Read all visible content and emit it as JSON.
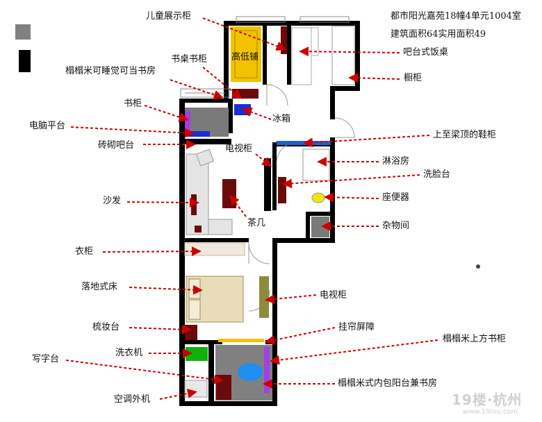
{
  "header": {
    "line1": "都市阳光嘉苑18幢4单元1004室",
    "line2": "建筑面积64实用面积49"
  },
  "labels": {
    "children_cabinet": "儿童展示柜",
    "bunk_bed": "高低铺",
    "bar_table": "吧台式饭桌",
    "desk_bookcase": "书桌书柜",
    "tatami_study": "榻榻米可睡觉可当书房",
    "cupboard": "橱柜",
    "bookcase": "书柜",
    "fridge": "冰箱",
    "computer_platform": "电脑平台",
    "shoe_cabinet": "上至梁顶的鞋柜",
    "brick_bar": "砖砌吧台",
    "tv_cabinet_1": "电视柜",
    "shower": "淋浴房",
    "washbasin": "洗脸台",
    "sofa": "沙发",
    "toilet": "座便器",
    "coffee_table": "茶几",
    "storage": "杂物间",
    "wardrobe": "衣柜",
    "floor_bed": "落地式床",
    "tv_cabinet_2": "电视柜",
    "dresser": "梳妆台",
    "curtain_screen": "挂帘屏障",
    "tatami_upper_bookcase": "榻榻米上方书柜",
    "washing_machine": "洗衣机",
    "writing_desk": "写字台",
    "tatami_balcony_study": "榻榻米式内包阳台兼书房",
    "ac_unit": "空调外机"
  },
  "watermark": {
    "main": "19楼·杭州",
    "sub": "www.19lou.com"
  },
  "colors": {
    "wall": "#000000",
    "arrow": "#cc0000",
    "bunk_bed": "#f2c200",
    "furniture_dark": "#6b0a0a",
    "fridge": "#1a2fd0",
    "shoe_cabinet": "#1f5fd0",
    "gray_area": "#7a7a7a",
    "purple_bookcase": "#a33fe0",
    "washing_machine": "#10b010",
    "tv_cabinet_2": "#8c8c3c",
    "bath_blue": "#1e8ff0",
    "toilet": "#f2e600",
    "bed": "#e9dcb8",
    "sofa": "#e4e4e4"
  }
}
